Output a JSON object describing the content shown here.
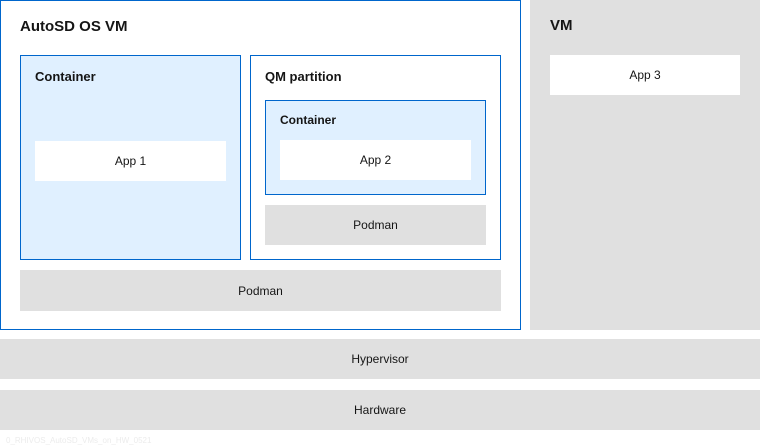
{
  "autosd_vm": {
    "title": "AutoSD OS VM"
  },
  "container_left": {
    "title": "Container",
    "app_label": "App 1"
  },
  "qm_partition": {
    "title": "QM partition",
    "container": {
      "title": "Container",
      "app_label": "App 2"
    },
    "podman_label": "Podman"
  },
  "autosd_podman_label": "Podman",
  "vm": {
    "title": "VM",
    "app_label": "App 3"
  },
  "hypervisor_label": "Hypervisor",
  "hardware_label": "Hardware",
  "footnote": "0_RHIVOS_AutoSD_VMs_on_HW_0521"
}
